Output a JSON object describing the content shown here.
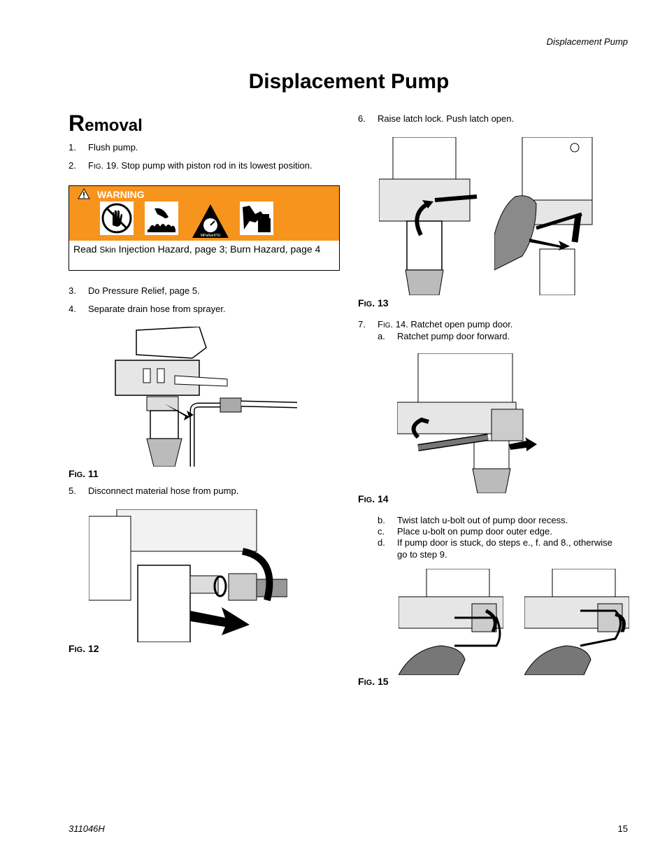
{
  "header": {
    "section_title": "Displacement Pump"
  },
  "page_title": "Displacement Pump",
  "removal": {
    "heading_initial": "R",
    "heading_rest": "emoval",
    "steps_top": [
      {
        "num": "1.",
        "text": "Flush pump."
      },
      {
        "num": "2.",
        "fig_prefix_f": "F",
        "fig_prefix_ig": "IG",
        "text": ". 19. Stop pump with piston rod in its lowest position."
      }
    ],
    "warning": {
      "label": "WARNING",
      "text_pre": "Read ",
      "text_skin": "Skin",
      "text_post": " Injection Hazard, page 3; Burn Hazard, page 4",
      "icons": [
        "no-hand-icon",
        "burn-hazard-icon",
        "pressure-gauge-icon",
        "pinch-hazard-icon"
      ],
      "pressure_icon_text": "MPa/bar/PSI"
    },
    "steps_mid": [
      {
        "num": "3.",
        "text": "Do Pressure Relief, page 5."
      },
      {
        "num": "4.",
        "text": "Separate drain hose from sprayer."
      }
    ],
    "fig11": {
      "f": "F",
      "ig": "IG",
      "num": ". 11"
    },
    "step5": {
      "num": "5.",
      "text": "Disconnect material hose from pump."
    },
    "fig12": {
      "f": "F",
      "ig": "IG",
      "num": ". 12"
    }
  },
  "right": {
    "step6": {
      "num": "6.",
      "text": "Raise latch lock. Push latch open."
    },
    "fig13": {
      "f": "F",
      "ig": "IG",
      "num": ". 13"
    },
    "step7": {
      "num": "7.",
      "f": "F",
      "ig": "IG",
      "text": ". 14. Ratchet open pump door."
    },
    "step7a": {
      "num": "a.",
      "text": "Ratchet pump door forward."
    },
    "fig14": {
      "f": "F",
      "ig": "IG",
      "num": ". 14"
    },
    "substeps": [
      {
        "num": "b.",
        "text": "Twist latch u-bolt out of pump door recess."
      },
      {
        "num": "c.",
        "text": "Place u-bolt on pump door outer edge."
      },
      {
        "num": "d.",
        "text": "If pump door is stuck, do steps e., f. and 8., otherwise"
      }
    ],
    "substep_d_cont": "go to step 9.",
    "fig15": {
      "f": "F",
      "ig": "IG",
      "num": ". 15"
    }
  },
  "footer": {
    "doc_number": "311046H",
    "page_number": "15"
  }
}
